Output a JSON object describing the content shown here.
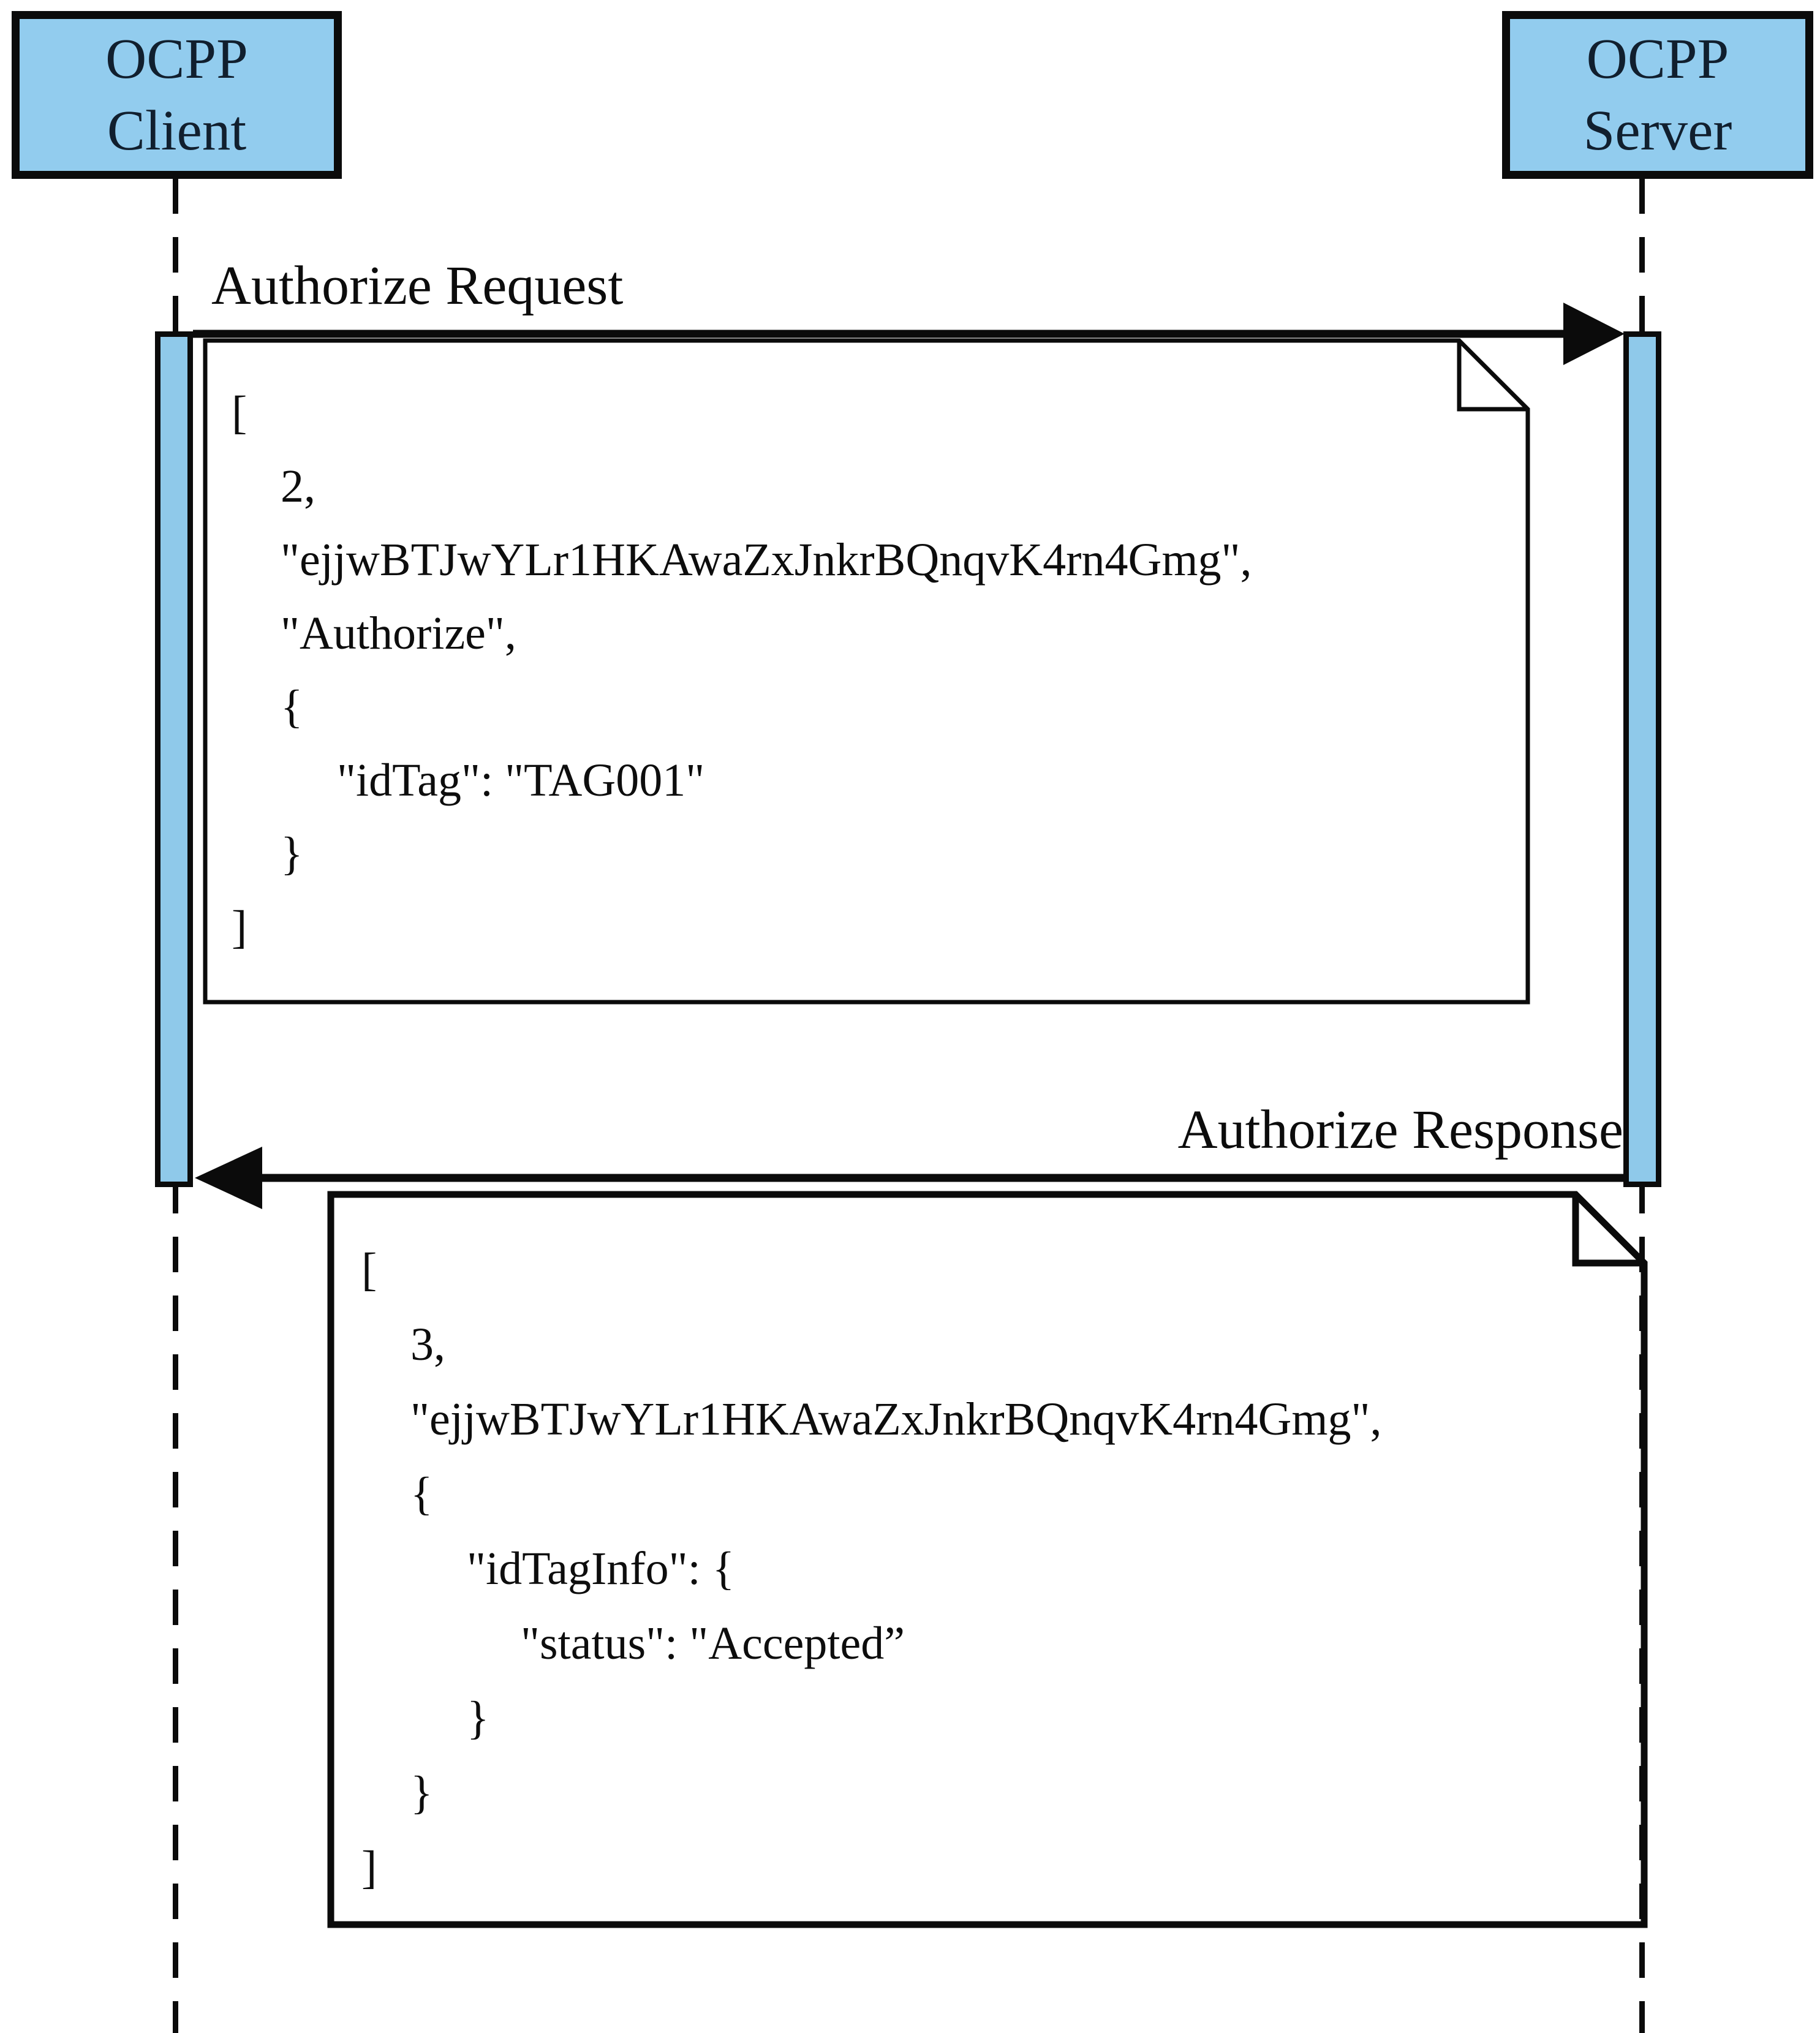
{
  "diagram": {
    "title": "OCPP Authorize sequence",
    "actors": [
      {
        "id": "client",
        "line1": "OCPP",
        "line2": "Client"
      },
      {
        "id": "server",
        "line1": "OCPP",
        "line2": "Server"
      }
    ],
    "messages": [
      {
        "label": "Authorize Request",
        "from": "client",
        "to": "server",
        "direction": "right"
      },
      {
        "label": "Authorize Response",
        "from": "server",
        "to": "client",
        "direction": "left"
      }
    ],
    "request_note": {
      "lines": [
        {
          "t": "[",
          "ind": 0
        },
        {
          "t": "2,",
          "ind": 1
        },
        {
          "t": "\"ejjwBTJwYLr1HKAwaZxJnkrBQnqvK4rn4Gmg\",",
          "ind": 1
        },
        {
          "t": "\"Authorize\",",
          "ind": 1
        },
        {
          "t": "{",
          "ind": 1
        },
        {
          "t": "\"idTag\": \"TAG001\"",
          "ind": 2
        },
        {
          "t": "}",
          "ind": 1
        },
        {
          "t": "]",
          "ind": 0
        }
      ]
    },
    "response_note": {
      "lines": [
        {
          "t": "[",
          "ind": 0
        },
        {
          "t": "3,",
          "ind": 1
        },
        {
          "t": "\"ejjwBTJwYLr1HKAwaZxJnkrBQnqvK4rn4Gmg\",",
          "ind": 1
        },
        {
          "t": "{",
          "ind": 1
        },
        {
          "t": "\"idTagInfo\": {",
          "ind": 2
        },
        {
          "t": "\"status\": \"Accepted”",
          "ind": 3
        },
        {
          "t": "}",
          "ind": 2
        },
        {
          "t": "}",
          "ind": 1
        },
        {
          "t": "]",
          "ind": 0
        }
      ]
    },
    "colors": {
      "actor_fill": "#92ccee",
      "bar_fill": "#8fc9ea",
      "line": "#0b0b0b",
      "actor_text": "#111f2e"
    }
  }
}
